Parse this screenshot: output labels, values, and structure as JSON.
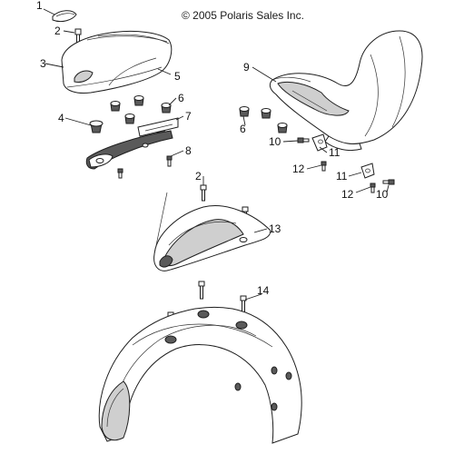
{
  "copyright": "© 2005 Polaris Sales Inc.",
  "callouts": [
    {
      "id": "c1",
      "text": "1"
    },
    {
      "id": "c2a",
      "text": "2"
    },
    {
      "id": "c3",
      "text": "3"
    },
    {
      "id": "c4",
      "text": "4"
    },
    {
      "id": "c5",
      "text": "5"
    },
    {
      "id": "c6a",
      "text": "6"
    },
    {
      "id": "c7",
      "text": "7"
    },
    {
      "id": "c8",
      "text": "8"
    },
    {
      "id": "c9",
      "text": "9"
    },
    {
      "id": "c6b",
      "text": "6"
    },
    {
      "id": "c10a",
      "text": "10"
    },
    {
      "id": "c11a",
      "text": "11"
    },
    {
      "id": "c12a",
      "text": "12"
    },
    {
      "id": "c11b",
      "text": "11"
    },
    {
      "id": "c12b",
      "text": "12"
    },
    {
      "id": "c10b",
      "text": "10"
    },
    {
      "id": "c2b",
      "text": "2"
    },
    {
      "id": "c13",
      "text": "13"
    },
    {
      "id": "c14",
      "text": "14"
    }
  ]
}
